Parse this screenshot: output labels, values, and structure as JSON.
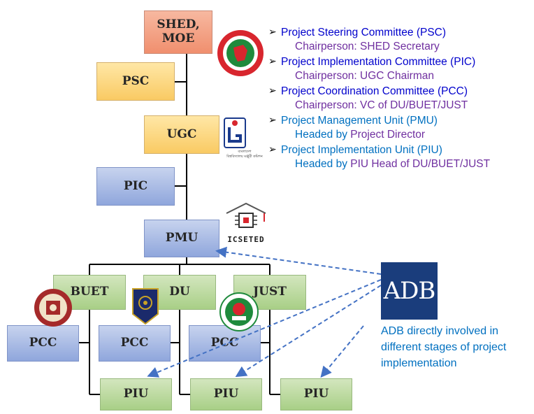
{
  "boxes": {
    "shed": "SHED,\nMOE",
    "psc": "PSC",
    "ugc": "UGC",
    "pic": "PIC",
    "pmu": "PMU",
    "buet": "BUET",
    "du": "DU",
    "just": "JUST",
    "pcc": "PCC",
    "piu": "PIU"
  },
  "legend": [
    {
      "head": "Project Steering Committee (PSC)",
      "sub": "Chairperson: SHED Secretary",
      "head_color": "#0000cc"
    },
    {
      "head": "Project Implementation Committee (PIC)",
      "sub": "Chairperson: UGC Chairman",
      "head_color": "#0000cc"
    },
    {
      "head": "Project Coordination Committee (PCC)",
      "sub": "Chairperson: VC of DU/BUET/JUST",
      "head_color": "#0000cc"
    },
    {
      "head": "Project Management Unit (PMU)",
      "sub_prefix": "Headed by ",
      "sub": "Project Director",
      "head_color": "#0070c0"
    },
    {
      "head": "Project Implementation Unit (PIU)",
      "sub_prefix": "Headed by ",
      "sub": "PIU Head of DU/BUET/JUST",
      "head_color": "#0070c0"
    }
  ],
  "bullet_glyph": "➢",
  "adb": {
    "logo_text": "ADB",
    "note": "ADB directly involved in different stages of project implementation"
  },
  "icseted": {
    "label": "ICSETED"
  },
  "ugc_logo": {
    "caption_line1": "বাংলাদেশ",
    "caption_line2": "বিশ্ববিদ্যালয় মঞ্জুরী কমিশন"
  },
  "colors": {
    "arrow": "#4472c4",
    "legend_sub": "#7030a0",
    "adb_logo_bg": "#1a3d7c",
    "adb_note": "#0070c0"
  }
}
